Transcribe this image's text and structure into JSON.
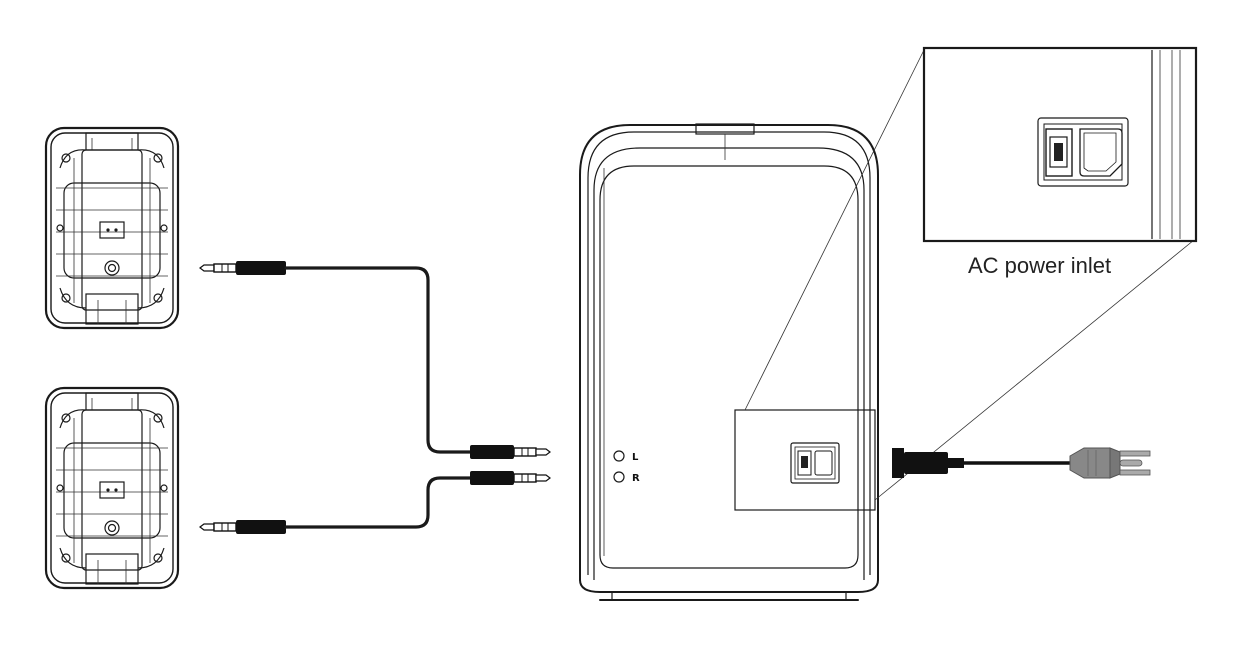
{
  "callout": {
    "label": "AC power inlet"
  },
  "inputs": {
    "left_label": "L",
    "right_label": "R"
  }
}
